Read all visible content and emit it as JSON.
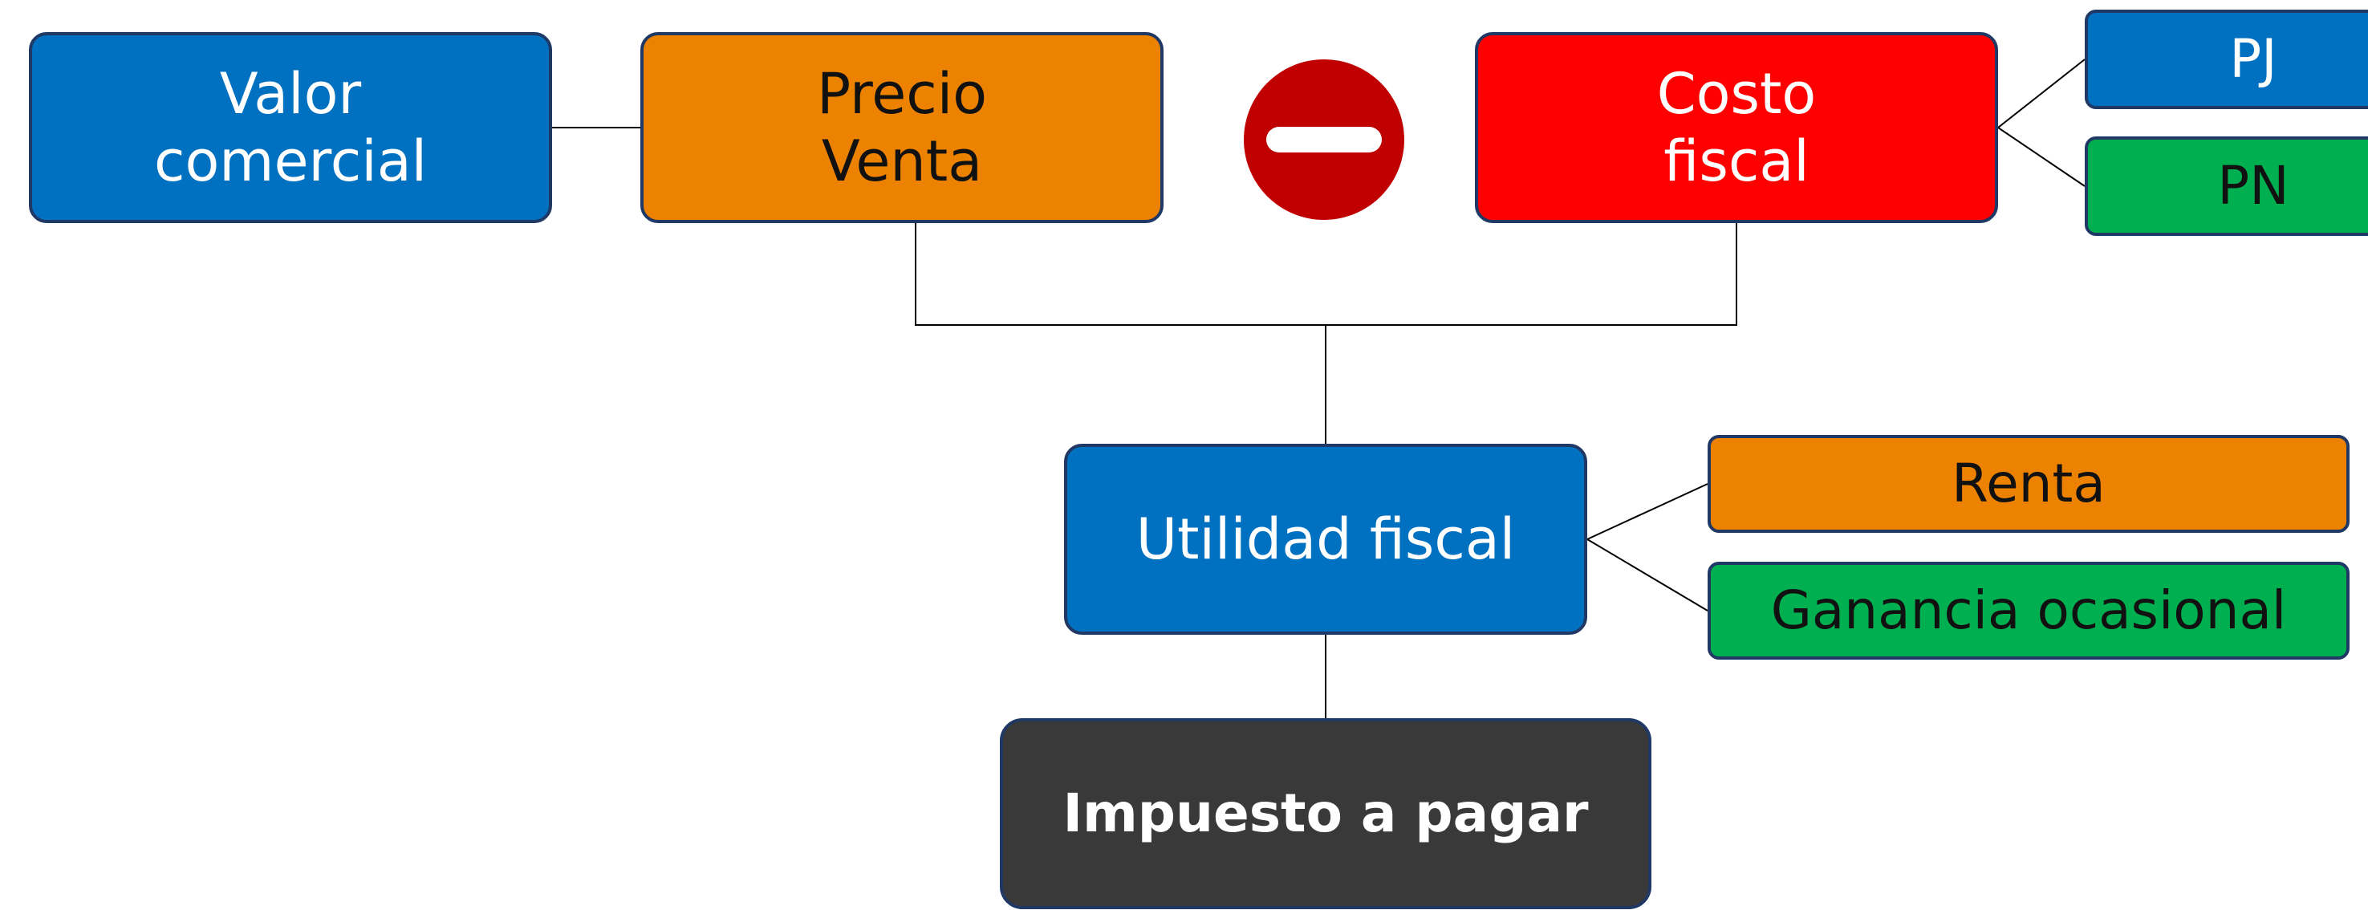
{
  "diagram": {
    "nodes": {
      "valor_comercial": "Valor\ncomercial",
      "precio_venta": "Precio\nVenta",
      "costo_fiscal": "Costo\nfiscal",
      "pj": "PJ",
      "pn": "PN",
      "utilidad_fiscal": "Utilidad fiscal",
      "renta": "Renta",
      "ganancia_ocasional": "Ganancia ocasional",
      "impuesto_a_pagar": "Impuesto a pagar"
    },
    "operator_icon": "minus-circle-icon",
    "colors": {
      "blue": "#0070c0",
      "orange": "#ed8200",
      "red": "#ff0000",
      "green": "#00b050",
      "dark": "#393939",
      "minus_red": "#c00000",
      "border": "#1f3864"
    }
  }
}
